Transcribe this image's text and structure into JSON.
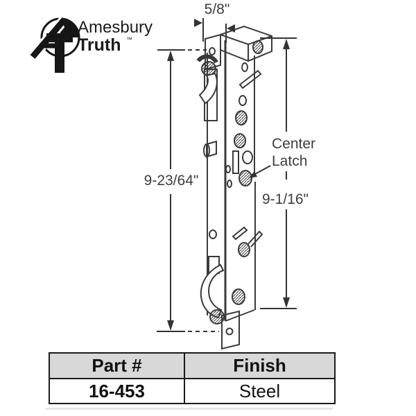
{
  "brand": {
    "name_top": "Amesbury",
    "name_bottom": "Truth",
    "trademark": "™",
    "monogram_icon": "AT-circle-monogram"
  },
  "diagram": {
    "dimensions": {
      "top_width": "5/8\"",
      "overall_left": "9-23/64\"",
      "latch_right": "9-1/16\""
    },
    "callout": {
      "line1": "Center",
      "line2": "Latch"
    }
  },
  "table": {
    "headers": [
      "Part #",
      "Finish"
    ],
    "rows": [
      [
        "16-453",
        "Steel"
      ]
    ]
  },
  "colors": {
    "line": "#3a3a3a",
    "text": "#3d3d3d",
    "table_header_bg": "#d8d8d8",
    "table_border": "#1a1a1a",
    "background": "#ffffff"
  }
}
